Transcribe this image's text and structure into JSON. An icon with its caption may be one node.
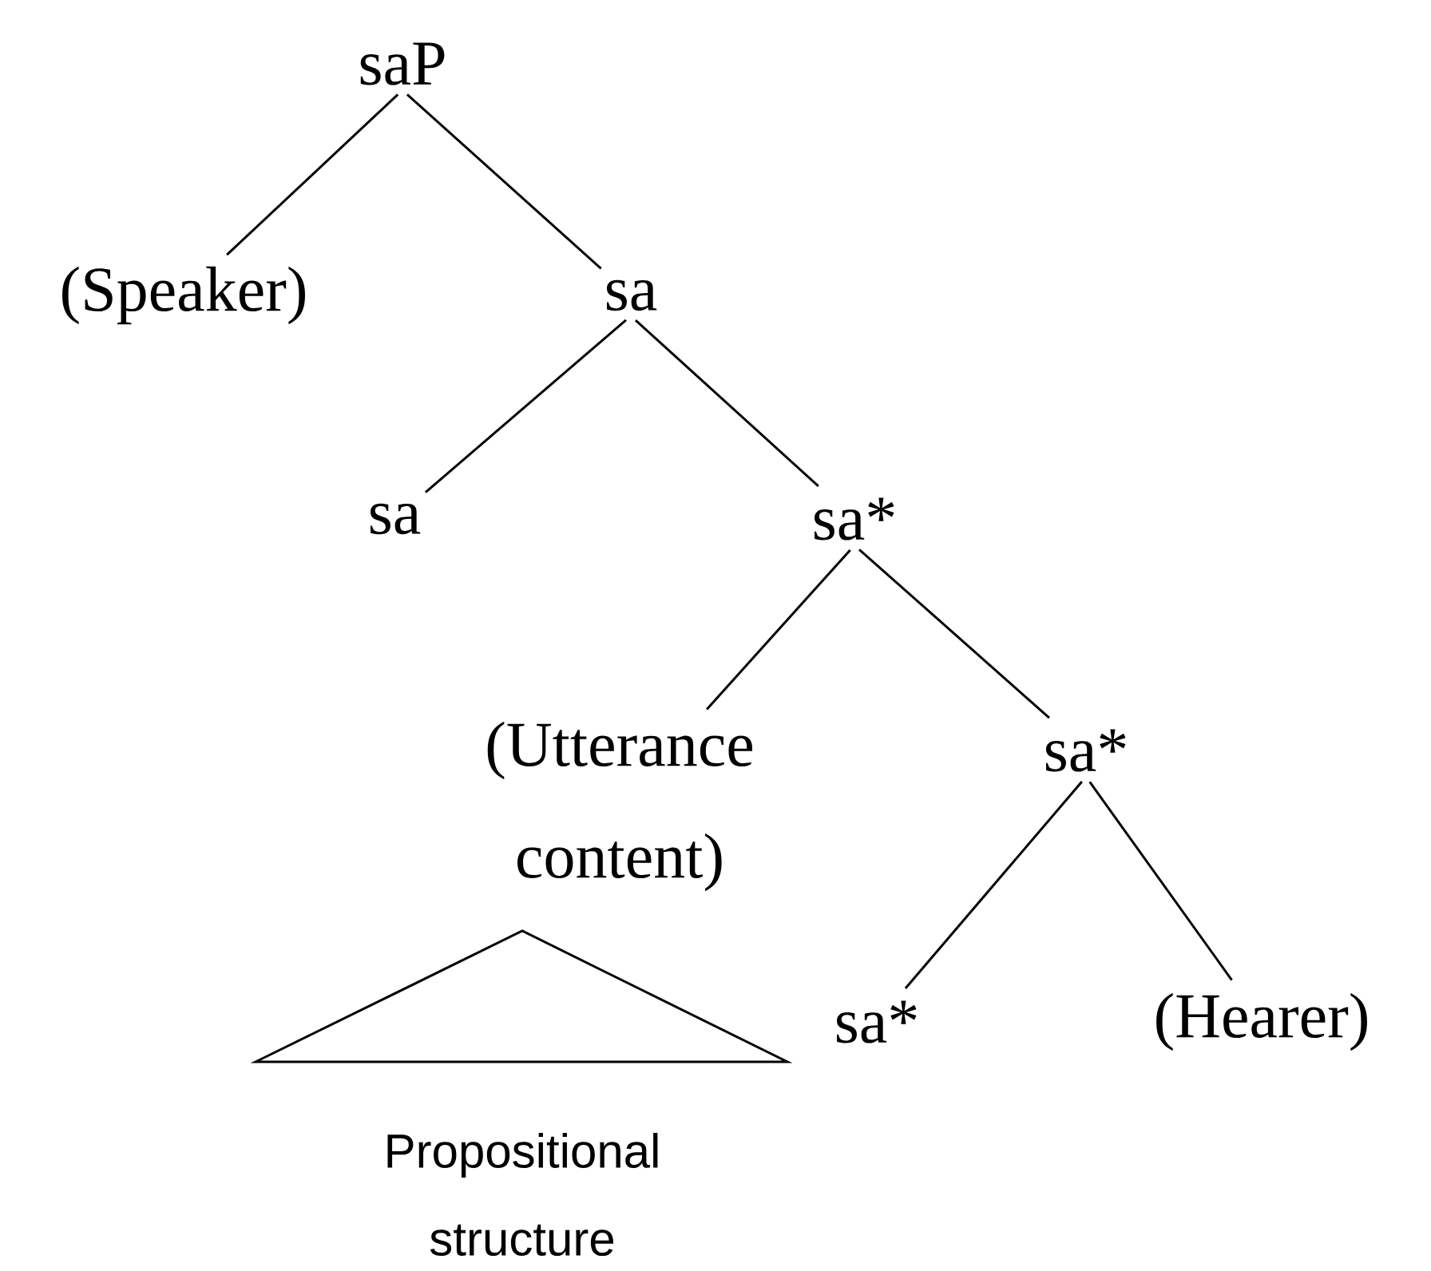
{
  "diagram": {
    "nodes": [
      {
        "text": [
          "saP"
        ]
      },
      {
        "text": [
          "(Speaker)"
        ]
      },
      {
        "text": [
          "sa"
        ]
      },
      {
        "text": [
          "sa"
        ]
      },
      {
        "text": [
          "sa*"
        ]
      },
      {
        "text": [
          "(Utterance content)"
        ]
      },
      {
        "text": [
          "sa*"
        ]
      },
      {
        "text": [
          "sa*"
        ]
      },
      {
        "text": [
          "(Hearer)"
        ]
      },
      {
        "text": [
          "Propositional structure"
        ]
      }
    ],
    "edges": [
      {
        "from": 0,
        "to": 1,
        "arrow": "none"
      },
      {
        "from": 0,
        "to": 2,
        "arrow": "none"
      },
      {
        "from": 2,
        "to": 3,
        "arrow": "none"
      },
      {
        "from": 2,
        "to": 4,
        "arrow": "none"
      },
      {
        "from": 4,
        "to": 5,
        "arrow": "none"
      },
      {
        "from": 4,
        "to": 6,
        "arrow": "none"
      },
      {
        "from": 6,
        "to": 7,
        "arrow": "none"
      },
      {
        "from": 6,
        "to": 8,
        "arrow": "none"
      }
    ]
  }
}
